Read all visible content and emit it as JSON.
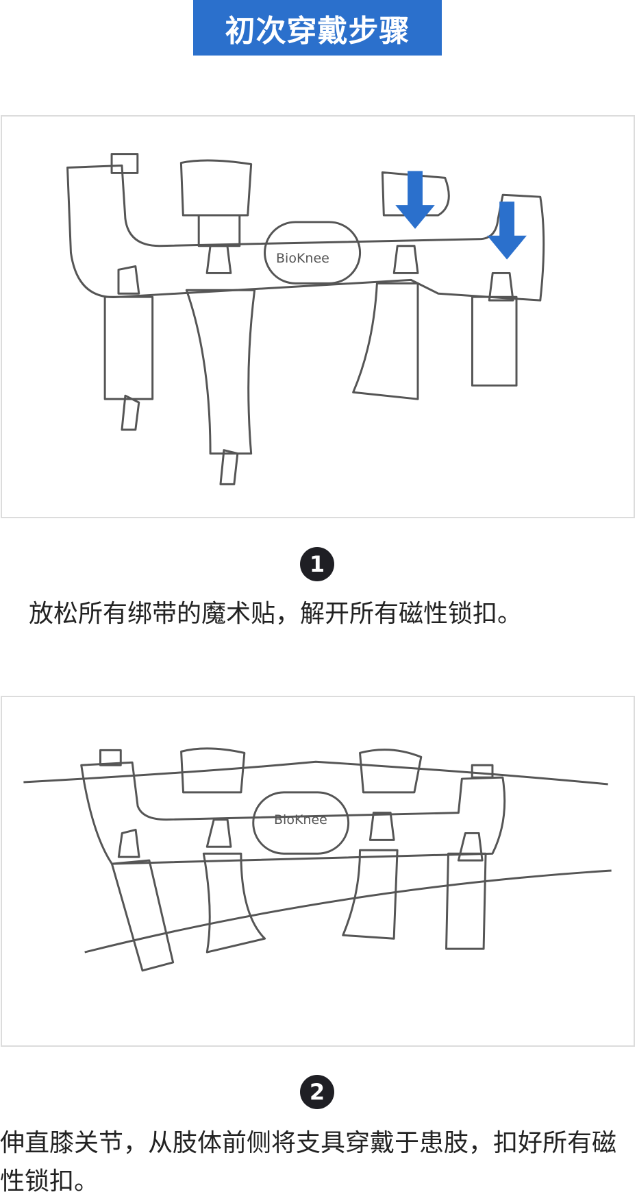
{
  "title": "初次穿戴步骤",
  "brand_label": "BioKnee",
  "accent_color": "#2b70cc",
  "steps": [
    {
      "number": "1",
      "text": "放松所有绑带的魔术贴，解开所有磁性锁扣。"
    },
    {
      "number": "2",
      "text": "伸直膝关节，从肢体前侧将支具穿戴于患肢，扣好所有磁性锁扣。"
    }
  ]
}
